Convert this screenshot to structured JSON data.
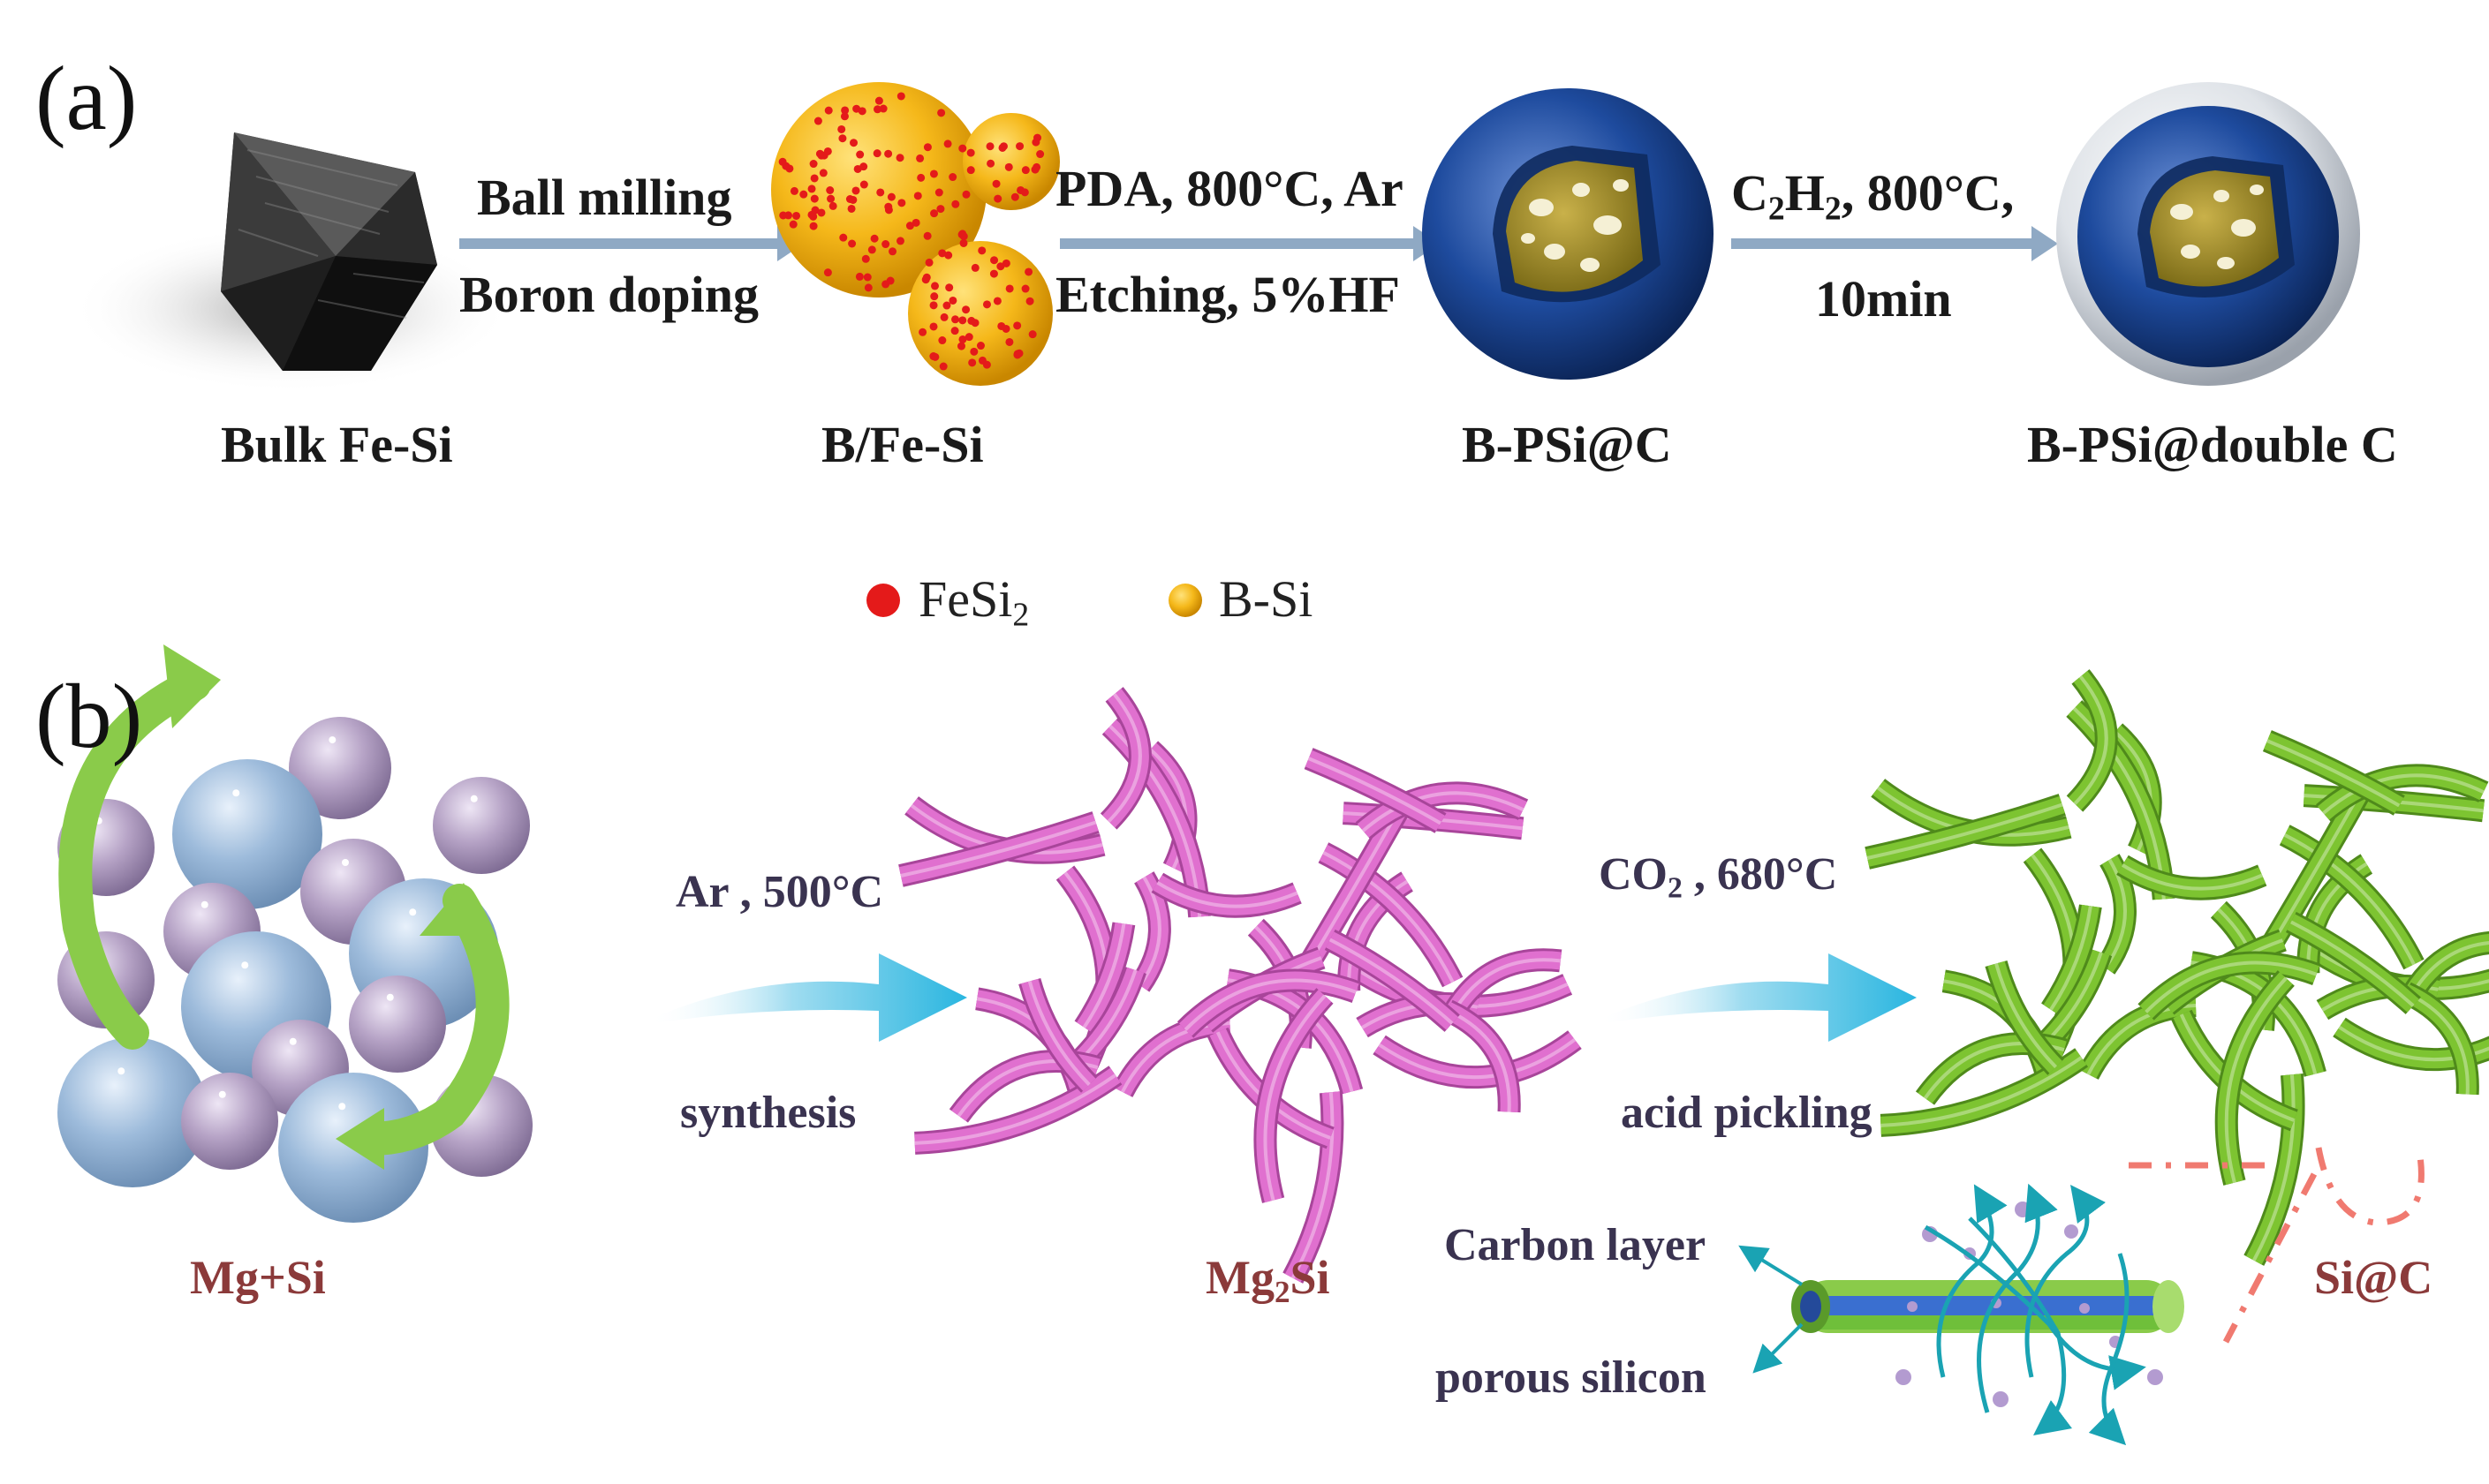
{
  "panel_a": {
    "label": "(a)",
    "materials": [
      "Bulk Fe-Si",
      "B/Fe-Si",
      "B-PSi@C",
      "B-PSi@double C"
    ],
    "step1": {
      "top": "Ball milling",
      "bottom": "Boron doping"
    },
    "step2": {
      "top": "PDA, 800°C, Ar",
      "bottom": "Etching, 5%HF"
    },
    "step3": {
      "top_prefix": "C",
      "sub1": "2",
      "mid": "H",
      "sub2": "2",
      "top_suffix": ", 800°C,",
      "bottom": "10min"
    },
    "legend": {
      "fesi_text": "FeSi",
      "fesi_sub": "2",
      "fesi_color": "#e41a1a",
      "bsi_text": "B-Si",
      "bsi_color": "#f2b716"
    }
  },
  "panel_b": {
    "label": "(b)",
    "mgsi_label": "Mg+Si",
    "mg2si_prefix": "Mg",
    "mg2si_sub": "2",
    "mg2si_suffix": "Si",
    "sic_label": "Si@C",
    "step1": {
      "top": "Ar , 500°C",
      "bottom": "synthesis"
    },
    "step2": {
      "top_prefix": "CO",
      "top_sub": "2",
      "top_suffix": " , 680°C",
      "bottom": "acid pickling"
    },
    "carbon_layer": "Carbon layer",
    "porous_silicon": "porous silicon"
  },
  "colors": {
    "arrow_a": "#8fa9c4",
    "mgsi_network": "#e070cf",
    "sic_network": "#7dc431",
    "sphere_blue": "#9dbbdb",
    "sphere_purple": "#b6a3c6",
    "cyan_arrow": "#1aa3b3",
    "dash_pink": "#f07a70"
  }
}
